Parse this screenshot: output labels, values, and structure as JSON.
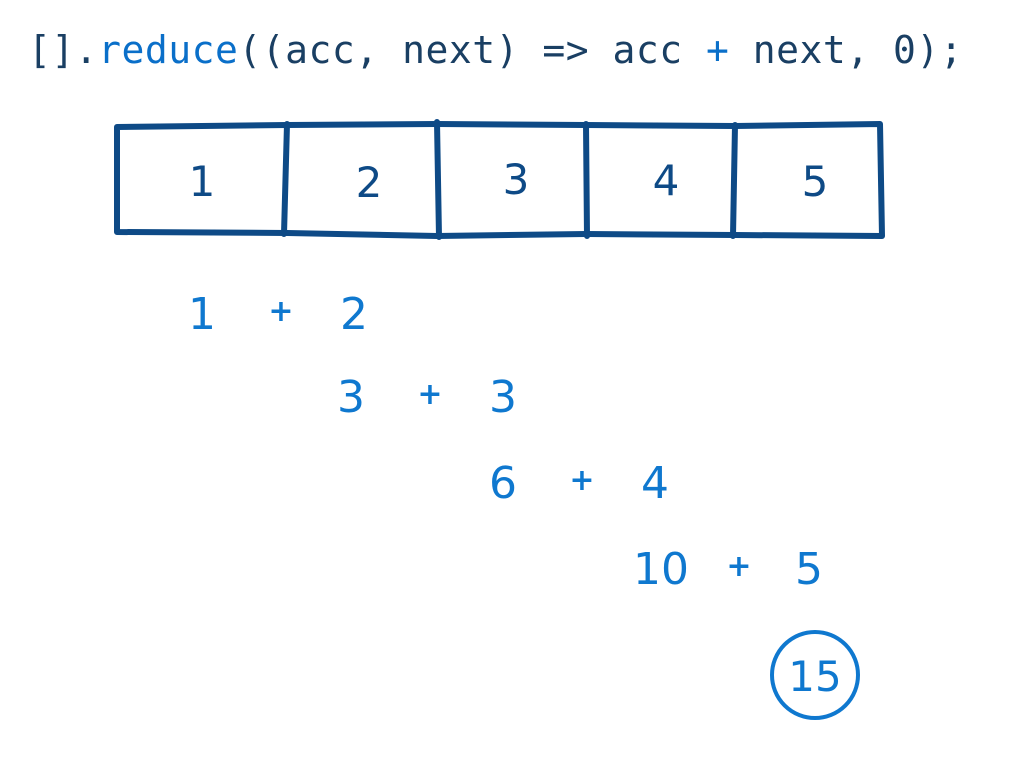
{
  "code": {
    "prefix": "[].",
    "method": "reduce",
    "args_start": "((acc, next) => acc ",
    "plus": "+",
    "args_end": " next, 0);"
  },
  "array": {
    "cells": [
      "1",
      "2",
      "3",
      "4",
      "5"
    ]
  },
  "steps": [
    {
      "acc": "1",
      "op": "+",
      "next": "2"
    },
    {
      "acc": "3",
      "op": "+",
      "next": "3"
    },
    {
      "acc": "6",
      "op": "+",
      "next": "4"
    },
    {
      "acc": "10",
      "op": "+",
      "next": "5"
    }
  ],
  "result": "15",
  "colors": {
    "box_stroke": "#0e4a86",
    "steps": "#0f78cf",
    "code_text": "#1a3f63",
    "code_accent": "#0a6fc9"
  }
}
